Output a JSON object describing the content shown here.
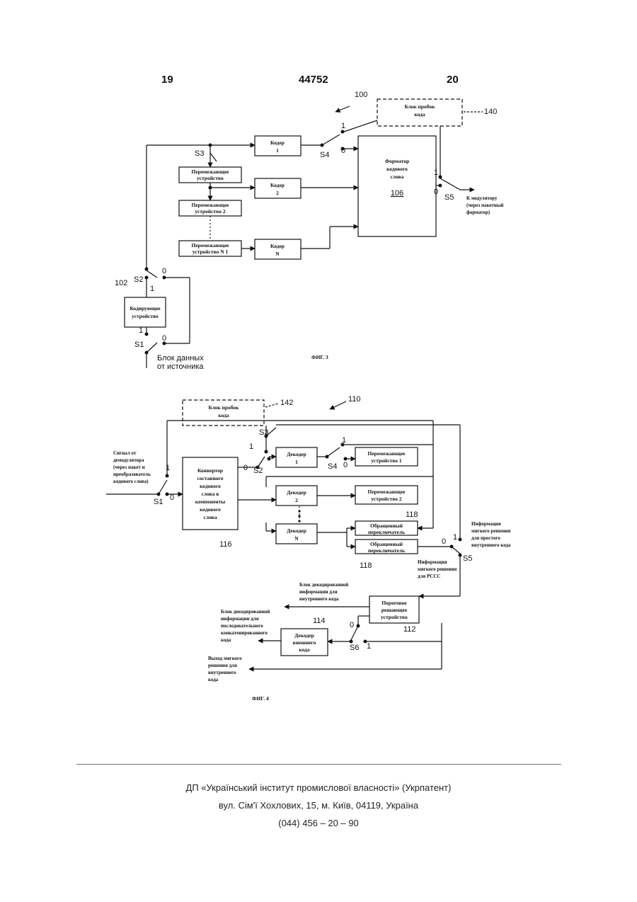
{
  "header": {
    "left_page": "19",
    "patent_number": "44752",
    "right_page": "20"
  },
  "fig3": {
    "ref_system": "100",
    "ref_error_block": "140",
    "ref_coding": "102",
    "ref_formatter_id": "106",
    "error_block": [
      "Блок пробок",
      "кода"
    ],
    "coder1": [
      "Кодер",
      "1"
    ],
    "coder2": [
      "Кодер",
      "2"
    ],
    "coderN": [
      "Кодер",
      "N"
    ],
    "interleaver1": [
      "Перемежающее",
      "устройство"
    ],
    "interleaver2": [
      "Перемежающее",
      "устройство 2"
    ],
    "interleaverN1": [
      "Перемежающее",
      "устройство N 1"
    ],
    "formatter": [
      "Форматор",
      "кодового",
      "слова"
    ],
    "coding_device": [
      "Кодирующее",
      "устройство"
    ],
    "to_modulator": [
      "К модулятору",
      "(через пакетный",
      "форматор)"
    ],
    "data_block": [
      "Блок данных",
      "от источника"
    ],
    "caption": "ФИГ. 3",
    "switches": {
      "s1": "S1",
      "s2": "S2",
      "s3": "S3",
      "s4": "S4",
      "s5": "S5"
    },
    "pos1": "1",
    "pos0": "0"
  },
  "fig4": {
    "ref_system": "110",
    "ref_error_block": "142",
    "ref_converter": "116",
    "ref_switch118a": "118",
    "ref_switch118b": "118",
    "ref_soft": "112",
    "ref_outer": "114",
    "error_block": [
      "Блок пробок",
      "кода"
    ],
    "signal_in": [
      "Сигнал от",
      "демодулятора",
      "(через пакет и",
      "преобразователь",
      "кодового слова)"
    ],
    "converter": [
      "Конвертор",
      "составного",
      "кодового",
      "слова в",
      "компоненты",
      "кодового",
      "слова"
    ],
    "decoder1": [
      "Декодер",
      "1"
    ],
    "decoder2": [
      "Декодер",
      "2"
    ],
    "decoderN": [
      "Декодер",
      "N"
    ],
    "interleaver1": [
      "Перемежающее",
      "устройство 1"
    ],
    "interleaver2": [
      "Перемежающее",
      "устройство 2"
    ],
    "rev_switch_a": [
      "Обращенный",
      "переключатель"
    ],
    "rev_switch_b": [
      "Обращенный",
      "переключатель"
    ],
    "soft_info_simple": [
      "Информация",
      "мягкого решения",
      "для простого",
      "внутреннего кода"
    ],
    "soft_info_pccc": [
      "Информация",
      "мягкого решения",
      "для PCCC"
    ],
    "decoded_inner": [
      "Блок декодированной",
      "информации для",
      "внутреннего кода"
    ],
    "soft_device": [
      "Пороговое",
      "решающее",
      "устройство"
    ],
    "decoded_serial": [
      "Блок декодированной",
      "информации для",
      "последовательного",
      "конкатенированного",
      "кода"
    ],
    "outer_decoder": [
      "Декодер",
      "внешнего",
      "кода"
    ],
    "soft_output": [
      "Выход мягкого",
      "решения для",
      "внутреннего",
      "кода"
    ],
    "caption": "ФИГ. 4",
    "switches": {
      "s1": "S1",
      "s2": "S2",
      "s3": "S3",
      "s4": "S4",
      "s5": "S5",
      "s6": "S6"
    },
    "pos1": "1",
    "pos0": "0"
  },
  "footer": {
    "line1": "ДП «Український інститут промислової власності» (Укрпатент)",
    "line2": "вул. Сім'ї Хохлових, 15, м. Київ, 04119, Україна",
    "line3": "(044) 456 – 20 – 90"
  }
}
